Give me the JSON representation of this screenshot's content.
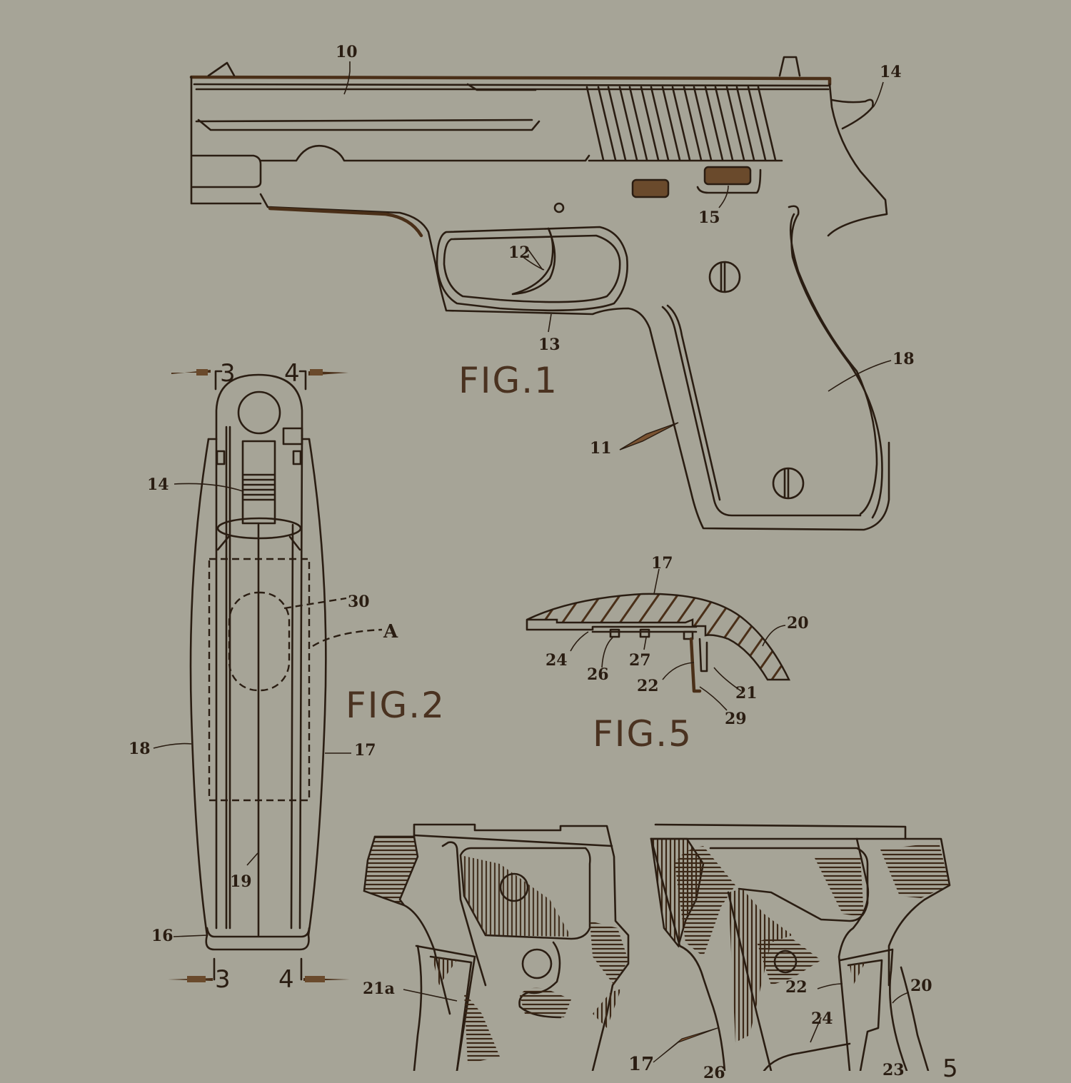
{
  "document": {
    "type": "patent drawing sheet",
    "subject": "pistol with grip panels",
    "colors": {
      "background": "#a6a497",
      "ink": "#2a1d12",
      "ink_brown": "#4a3220"
    }
  },
  "figures": {
    "fig1": {
      "title": "FIG.1",
      "labels": [
        "10",
        "14",
        "15",
        "12",
        "13",
        "18",
        "11"
      ]
    },
    "fig2": {
      "title": "FIG.2",
      "labels": [
        "14",
        "30",
        "A",
        "18",
        "17",
        "19",
        "16"
      ],
      "section_marks": [
        "3",
        "4",
        "3",
        "4"
      ]
    },
    "fig5": {
      "title": "FIG.5",
      "labels": [
        "17",
        "20",
        "24",
        "26",
        "27",
        "22",
        "21",
        "29"
      ]
    },
    "fig3": {
      "labels": [
        "21a",
        "17",
        "26"
      ]
    },
    "fig4": {
      "labels": [
        "22",
        "20",
        "24",
        "23",
        "5"
      ]
    }
  },
  "labels": {
    "l10": "10",
    "l14a": "14",
    "l15": "15",
    "l12": "12",
    "l13": "13",
    "l18a": "18",
    "l11": "11",
    "l3a": "3",
    "l4a": "4",
    "l14b": "14",
    "l30": "30",
    "lA": "A",
    "l18b": "18",
    "l17a": "17",
    "l19": "19",
    "l16": "16",
    "l3b": "3",
    "l4b": "4",
    "l17b": "17",
    "l20a": "20",
    "l24a": "24",
    "l26a": "26",
    "l27": "27",
    "l22a": "22",
    "l21": "21",
    "l29": "29",
    "l21a": "21a",
    "l17c": "17",
    "l26b": "26",
    "l22b": "22",
    "l20b": "20",
    "l24b": "24",
    "l23": "23",
    "l5": "5"
  },
  "fig_titles": {
    "fig1": "FIG.1",
    "fig2": "FIG.2",
    "fig5": "FIG.5"
  }
}
